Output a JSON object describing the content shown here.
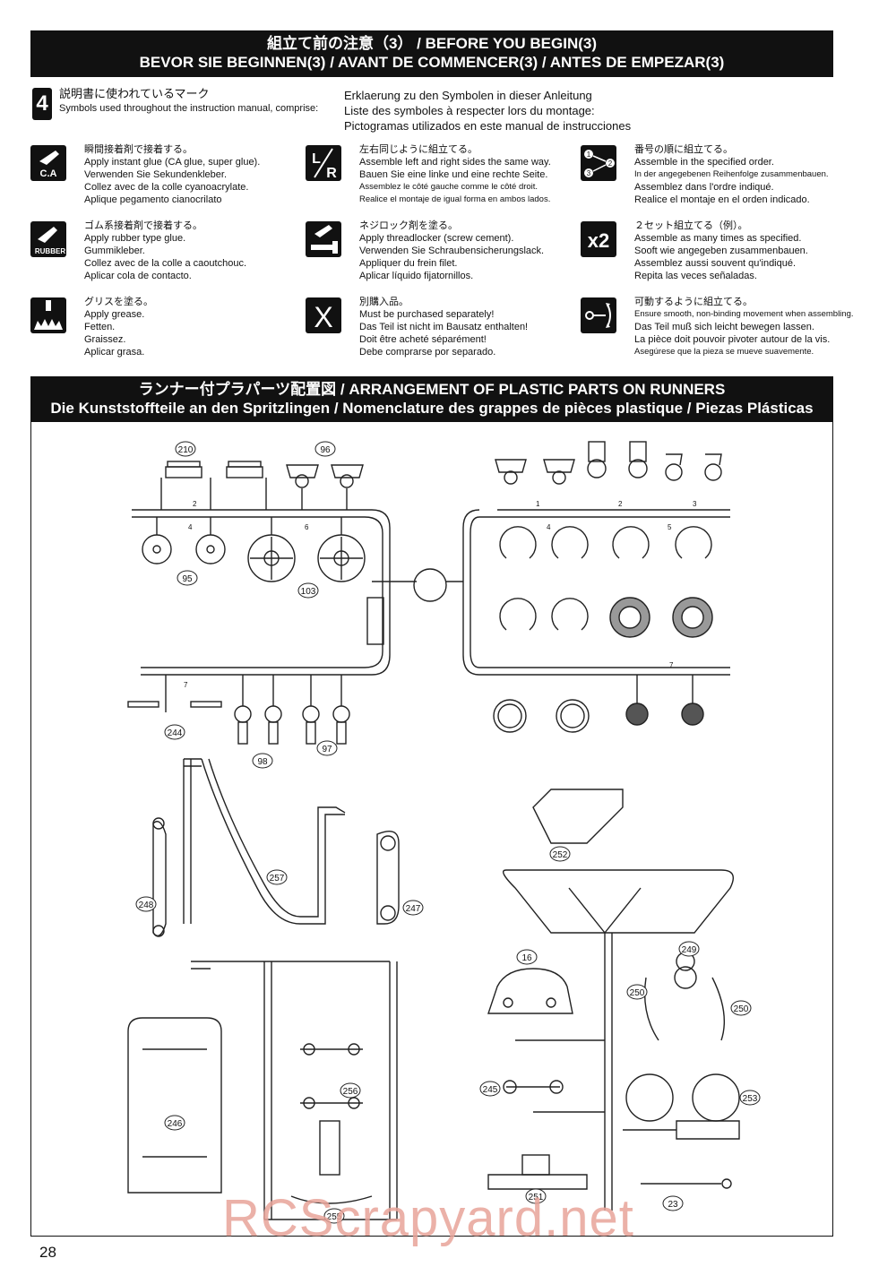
{
  "header1": {
    "line1": "組立て前の注意（3） / BEFORE YOU BEGIN(3)",
    "line2": "BEVOR SIE BEGINNEN(3) / AVANT DE COMMENCER(3) / ANTES DE EMPEZAR(3)"
  },
  "intro": {
    "step": "4",
    "jp": "説明書に使われているマーク",
    "en": "Symbols used throughout the instruction manual, comprise:",
    "de": "Erklaerung zu den Symbolen in dieser Anleitung",
    "fr": "Liste des symboles à respecter lors du montage:",
    "es": "Pictogramas utilizados en este manual de instrucciones"
  },
  "symbols": [
    {
      "icon": "ca-glue-icon",
      "icon_text": "C.A",
      "lines": [
        "瞬間接着剤で接着する。",
        "Apply instant glue (CA glue, super glue).",
        "Verwenden Sie Sekundenkleber.",
        "Collez avec de la colle cyanoacrylate.",
        "Aplique pegamento cianocrilato"
      ]
    },
    {
      "icon": "left-right-icon",
      "icon_text": "L/R",
      "lines": [
        "左右同じように組立てる。",
        "Assemble left and right sides the same way.",
        "Bauen Sie eine linke und eine rechte Seite.",
        "Assemblez le côté gauche comme le côté droit.",
        "Realice el montaje de igual forma en ambos lados."
      ]
    },
    {
      "icon": "order-icon",
      "icon_text": "①②③",
      "lines": [
        "番号の順に組立てる。",
        "Assemble in the specified order.",
        "In der angegebenen Reihenfolge zusammenbauen.",
        "Assemblez dans l'ordre indiqué.",
        "Realice el montaje en el orden indicado."
      ]
    },
    {
      "icon": "rubber-glue-icon",
      "icon_text": "RUBBER",
      "lines": [
        "ゴム系接着剤で接着する。",
        "Apply rubber type glue.",
        "Gummikleber.",
        "Collez avec de la colle a caoutchouc.",
        "Aplicar cola de contacto."
      ]
    },
    {
      "icon": "threadlocker-icon",
      "icon_text": "",
      "lines": [
        "ネジロック剤を塗る。",
        "Apply threadlocker (screw cement).",
        "Verwenden Sie Schraubensicherungslack.",
        "Appliquer du frein filet.",
        "Aplicar líquido fijatornillos."
      ]
    },
    {
      "icon": "repeat-x2-icon",
      "icon_text": "x2",
      "lines": [
        "２セット組立てる（例）。",
        "Assemble as many times as specified.",
        "Sooft wie angegeben zusammenbauen.",
        "Assemblez aussi souvent qu'indiqué.",
        "Repita las veces señaladas."
      ]
    },
    {
      "icon": "grease-icon",
      "icon_text": "",
      "lines": [
        "グリスを塗る。",
        "Apply grease.",
        "Fetten.",
        "Graissez.",
        "Aplicar grasa."
      ]
    },
    {
      "icon": "purchase-separately-icon",
      "icon_text": "X",
      "lines": [
        "別購入品。",
        "Must be purchased separately!",
        "Das Teil ist nicht im Bausatz enthalten!",
        "Doit être acheté séparément!",
        "Debe comprarse por separado."
      ]
    },
    {
      "icon": "movement-icon",
      "icon_text": "",
      "lines": [
        "可動するように組立てる。",
        "Ensure smooth, non-binding movement when assembling.",
        "Das Teil muß sich leicht bewegen lassen.",
        "La pièce doit pouvoir pivoter autour de la vis.",
        "Asegúrese que la pieza se mueve suavemente."
      ]
    }
  ],
  "header2": {
    "line1": "ランナー付プラパーツ配置図 / ARRANGEMENT OF PLASTIC PARTS ON RUNNERS",
    "line2": "Die Kunststoffteile an den Spritzlingen / Nomenclature des grappes de pièces plastique / Piezas Plásticas"
  },
  "part_labels": [
    "210",
    "96",
    "95",
    "103",
    "244",
    "98",
    "97",
    "257",
    "248",
    "247",
    "246",
    "256",
    "255",
    "252",
    "16",
    "249",
    "250",
    "250",
    "245",
    "253",
    "251",
    "23"
  ],
  "runner_numbers": [
    "1",
    "2",
    "3",
    "4",
    "5",
    "6",
    "7"
  ],
  "page_number": "28",
  "watermark": "RCScrapyard.net"
}
